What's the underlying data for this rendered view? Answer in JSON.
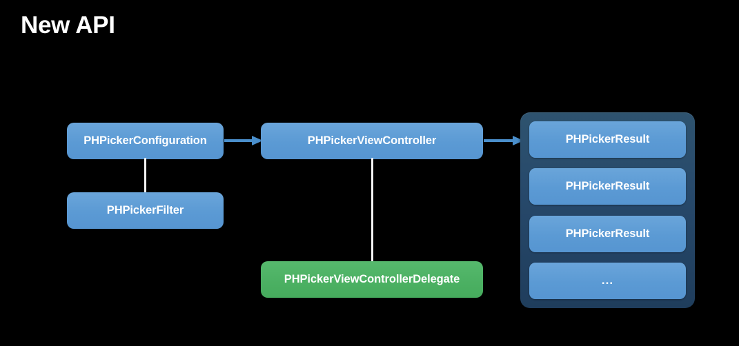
{
  "slide": {
    "title": "New API",
    "background_color": "#000000",
    "title_color": "#ffffff"
  },
  "colors": {
    "node_blue": "#5b9ad4",
    "node_green": "#4bb062",
    "container_blue": "#27496b",
    "connector_white": "#f2f2f2",
    "arrow_blue": "#4a8fcc"
  },
  "diagram": {
    "nodes": {
      "configuration": {
        "label": "PHPickerConfiguration",
        "color": "#5b9ad4"
      },
      "filter": {
        "label": "PHPickerFilter",
        "color": "#5b9ad4"
      },
      "viewcontroller": {
        "label": "PHPickerViewController",
        "color": "#5b9ad4"
      },
      "delegate": {
        "label": "PHPickerViewControllerDelegate",
        "color": "#4bb062"
      }
    },
    "arrows": [
      {
        "name": "configuration-to-viewcontroller",
        "from": "configuration",
        "to": "viewcontroller"
      },
      {
        "name": "viewcontroller-to-results",
        "from": "viewcontroller",
        "to": "results-container"
      }
    ],
    "connectors": [
      {
        "name": "configuration-to-filter",
        "from": "configuration",
        "to": "filter"
      },
      {
        "name": "viewcontroller-to-delegate",
        "from": "viewcontroller",
        "to": "delegate"
      }
    ],
    "results_container": {
      "items": [
        {
          "label": "PHPickerResult"
        },
        {
          "label": "PHPickerResult"
        },
        {
          "label": "PHPickerResult"
        },
        {
          "label": "..."
        }
      ]
    }
  }
}
